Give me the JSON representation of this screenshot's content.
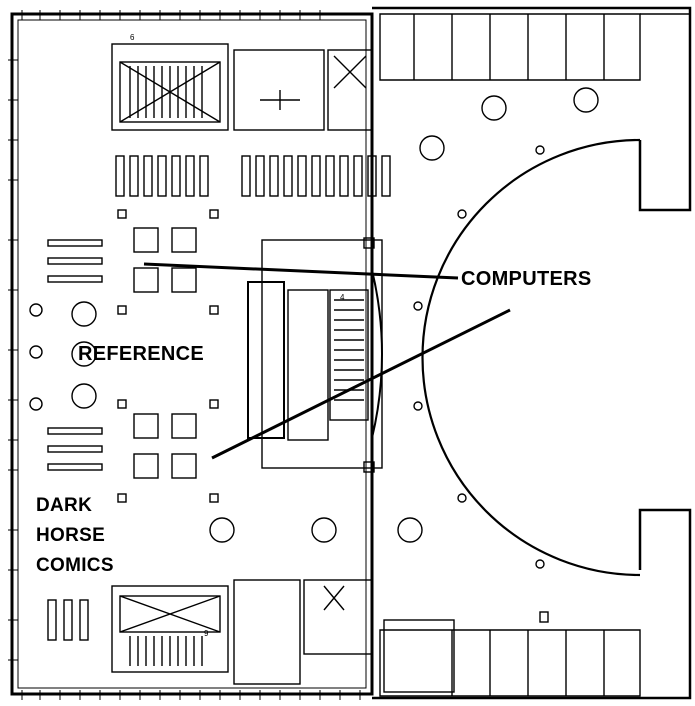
{
  "labels": {
    "computers": "COMPUTERS",
    "reference": "REFERENCE",
    "dark_horse": [
      "DARK",
      "HORSE",
      "COMICS"
    ]
  },
  "room_numbers": {
    "stair_top": "6",
    "stair_center": "4",
    "stair_bottom": "9"
  },
  "colors": {
    "line": "#000000",
    "background": "#ffffff"
  }
}
